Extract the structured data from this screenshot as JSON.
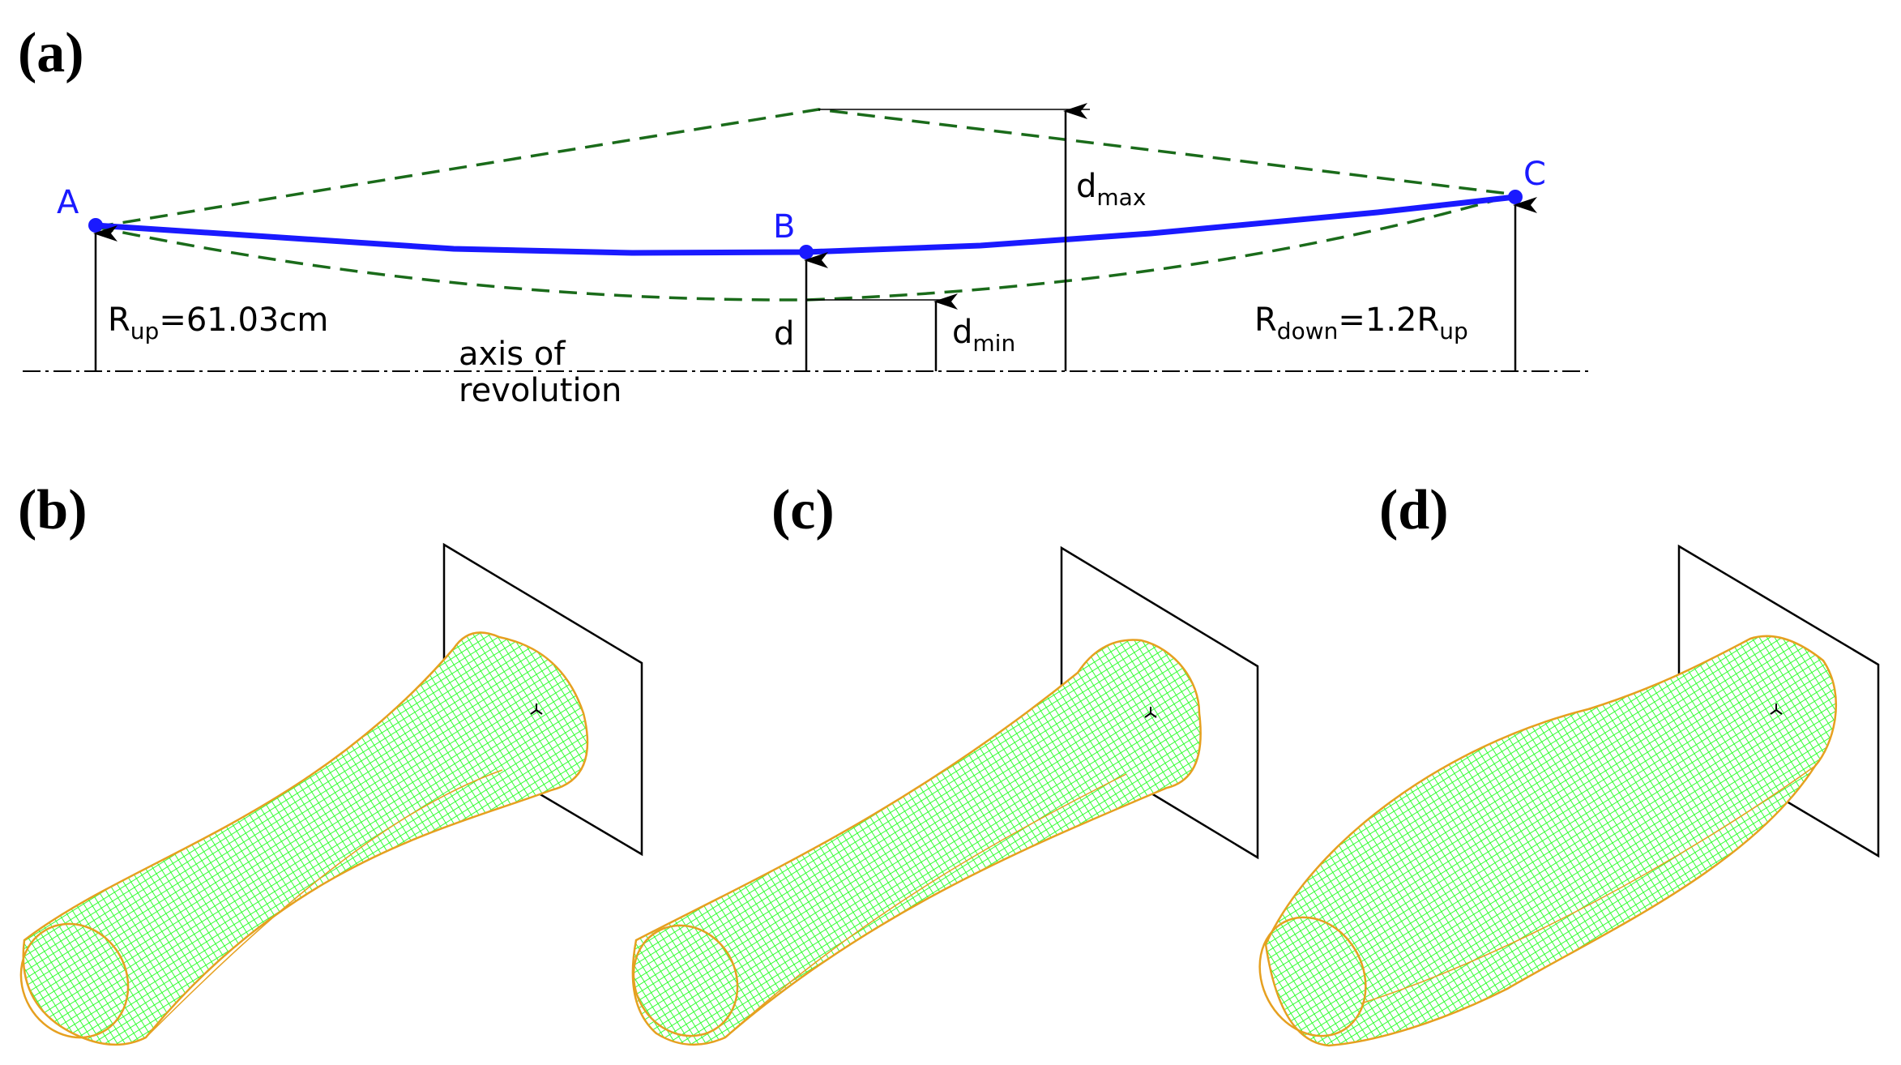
{
  "panels": {
    "a": "(a)",
    "b": "(b)",
    "c": "(c)",
    "d": "(d)"
  },
  "points": {
    "A": "A",
    "B": "B",
    "C": "C"
  },
  "labels": {
    "r_up": {
      "main": "R",
      "sub": "up",
      "rest": "=61.03cm"
    },
    "r_down": {
      "main": "R",
      "sub1": "down",
      "mid": "=1.2R",
      "sub2": "up"
    },
    "d": "d",
    "d_min": {
      "main": "d",
      "sub": "min"
    },
    "d_max": {
      "main": "d",
      "sub": "max"
    },
    "axis_line1": "axis of",
    "axis_line2": "revolution"
  },
  "colors": {
    "profile": "#1a1aff",
    "envelope": "#1a6b1a",
    "mesh": "#33ff33",
    "mesh_edge": "#e6a020",
    "ink": "#000000"
  }
}
